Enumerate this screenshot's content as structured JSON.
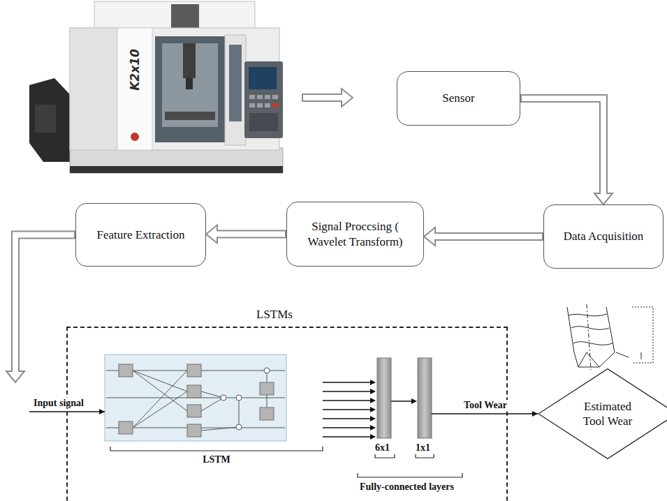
{
  "diagram": {
    "nodes": [
      {
        "text": [
          "Sensor"
        ]
      },
      {
        "text": [
          "Data Acquisition"
        ]
      },
      {
        "text": [
          "Signal Proccsing ( Wavelet Transform)"
        ]
      },
      {
        "text": [
          "Feature Extraction"
        ]
      },
      {
        "text": [
          "LSTMs"
        ]
      },
      {
        "text": [
          "LSTM"
        ],
        "in": 4
      },
      {
        "text": [
          "Estimated Tool Wear"
        ]
      }
    ],
    "edges": [
      {
        "from": 0,
        "to": 1,
        "arrow": "to"
      },
      {
        "from": 1,
        "to": 2,
        "arrow": "to"
      },
      {
        "from": 2,
        "to": 3,
        "arrow": "to"
      },
      {
        "from": 3,
        "to": 5,
        "arrow": "to",
        "label": "Input signal"
      },
      {
        "from": 4,
        "to": 6,
        "arrow": "to",
        "label": "Tool Wear"
      }
    ],
    "labels": [
      "K2x10",
      "6x1",
      "1x1",
      "Fully-connected layers"
    ]
  }
}
